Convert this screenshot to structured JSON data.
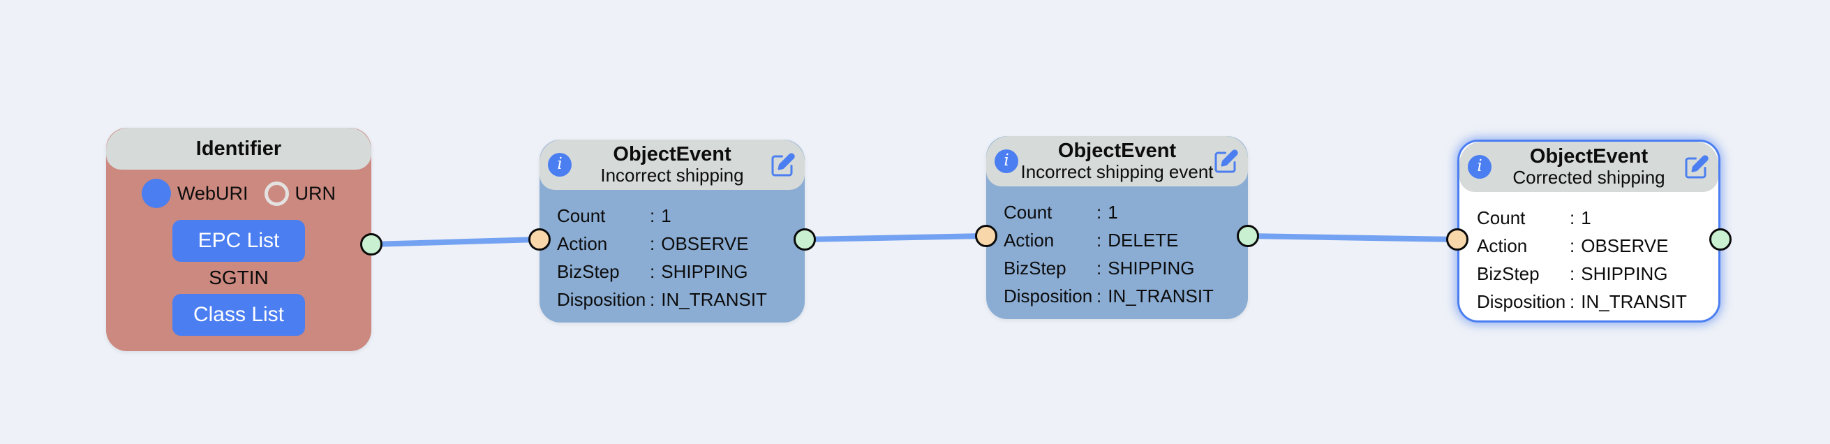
{
  "app": {
    "background_color": "#eef1f7",
    "edge_color": "#74a2f2",
    "accent_blue": "#4b7ef0",
    "header_color": "#d6dad9",
    "identifier_node_color": "#cb897f",
    "event_node_color": "#8badd3",
    "selected_node_color": "#ffffff",
    "source_handle_color": "#c9f1d1",
    "target_handle_color": "#f8d8ab"
  },
  "ui": {
    "colon": ":",
    "info_icon_glyph": "i"
  },
  "nodes": {
    "identifier": {
      "title": "Identifier",
      "radios": [
        {
          "label": "WebURI",
          "selected": true
        },
        {
          "label": "URN",
          "selected": false
        }
      ],
      "epc_list_button": "EPC List",
      "scheme": "SGTIN",
      "class_list_button": "Class List"
    },
    "events": [
      {
        "title": "ObjectEvent",
        "subtitle": "Incorrect shipping",
        "selected": false,
        "fields": [
          {
            "label": "Count",
            "value": "1"
          },
          {
            "label": "Action",
            "value": "OBSERVE"
          },
          {
            "label": "BizStep",
            "value": "SHIPPING"
          },
          {
            "label": "Disposition",
            "value": "IN_TRANSIT"
          }
        ]
      },
      {
        "title": "ObjectEvent",
        "subtitle": "Incorrect shipping event",
        "selected": false,
        "fields": [
          {
            "label": "Count",
            "value": "1"
          },
          {
            "label": "Action",
            "value": "DELETE"
          },
          {
            "label": "BizStep",
            "value": "SHIPPING"
          },
          {
            "label": "Disposition",
            "value": "IN_TRANSIT"
          }
        ]
      },
      {
        "title": "ObjectEvent",
        "subtitle": "Corrected shipping",
        "selected": true,
        "fields": [
          {
            "label": "Count",
            "value": "1"
          },
          {
            "label": "Action",
            "value": "OBSERVE"
          },
          {
            "label": "BizStep",
            "value": "SHIPPING"
          },
          {
            "label": "Disposition",
            "value": "IN_TRANSIT"
          }
        ]
      }
    ]
  }
}
